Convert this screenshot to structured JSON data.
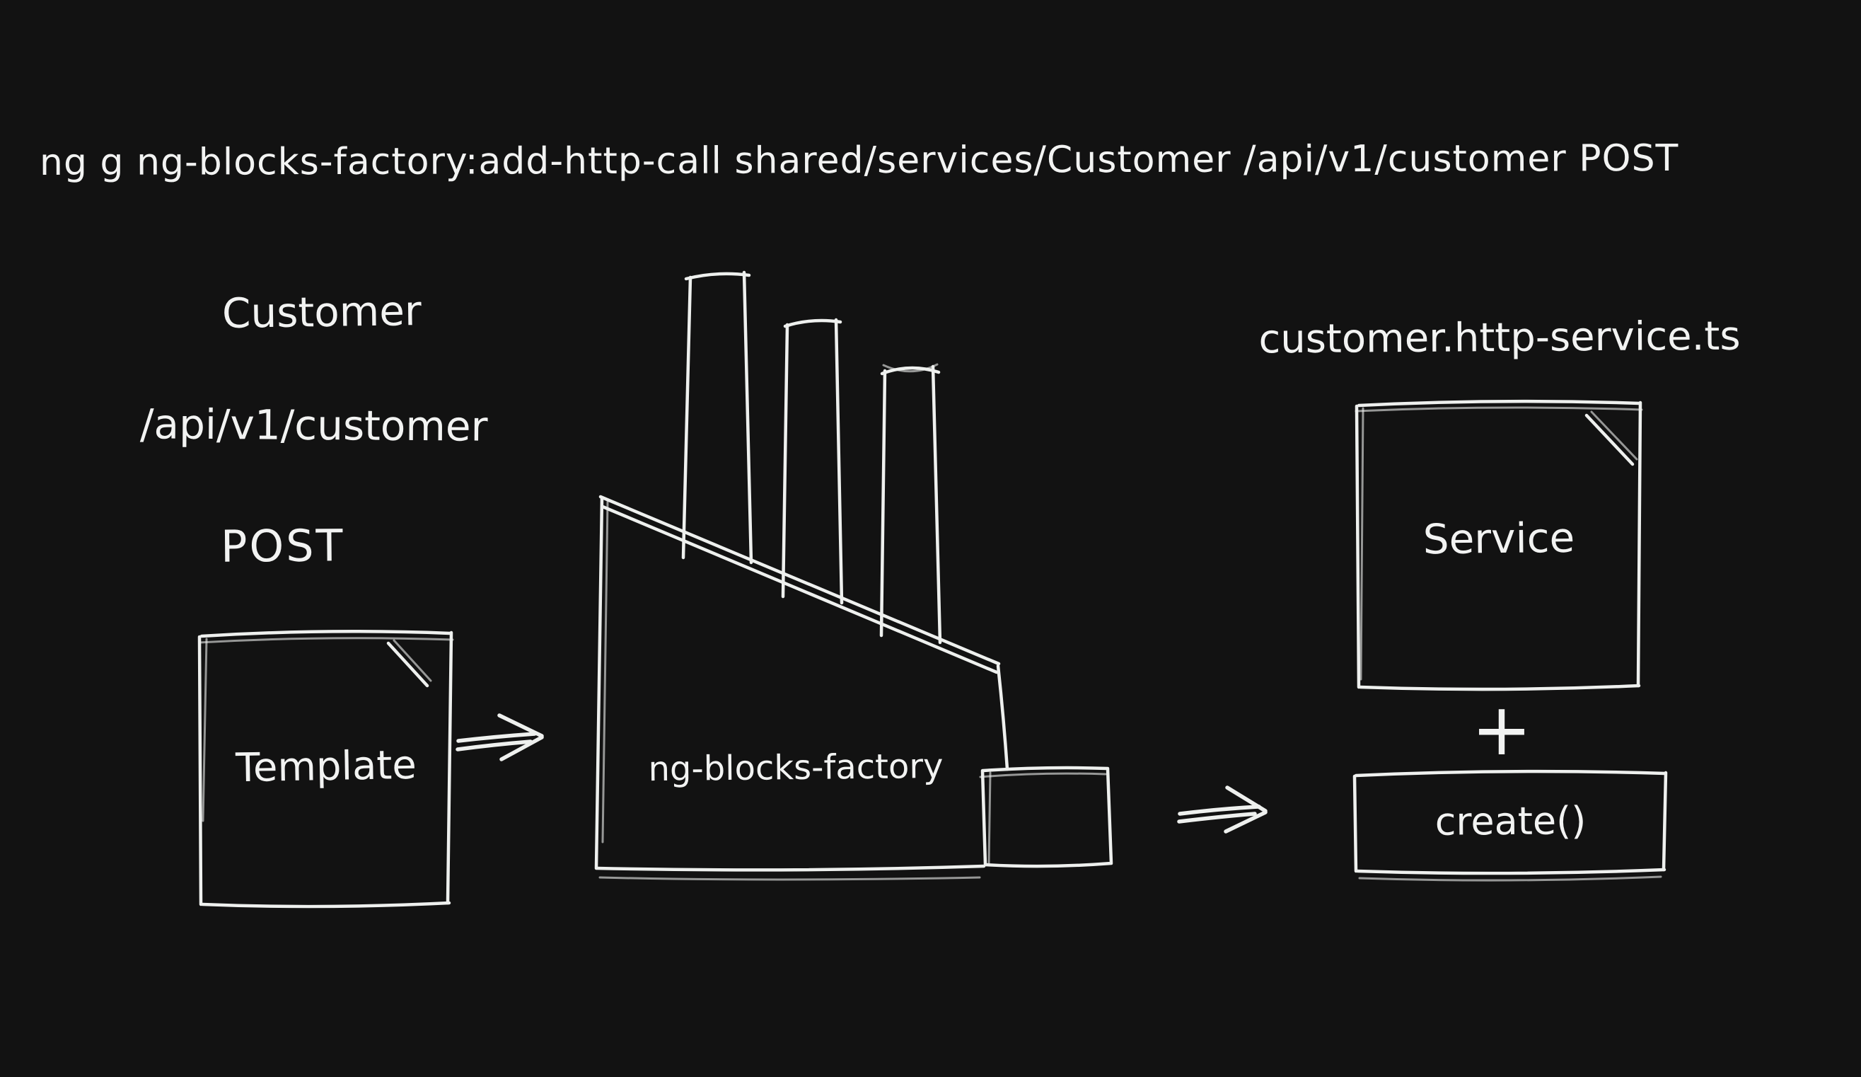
{
  "diagram": {
    "background": "#121212",
    "ink": "#eef0ee",
    "text_color": "#f2f3f2"
  },
  "command_line": {
    "text": "ng g ng-blocks-factory:add-http-call shared/services/Customer /api/v1/customer POST"
  },
  "inputs": {
    "class_name": "Customer",
    "api_endpoint": "/api/v1/customer",
    "http_method": "POST",
    "template": {
      "label": "Template"
    }
  },
  "factory": {
    "name": "ng-blocks-factory"
  },
  "output": {
    "file_name": "customer.http-service.ts",
    "service": {
      "label": "Service"
    },
    "plus_symbol": "+",
    "method": {
      "label": "create()"
    }
  }
}
